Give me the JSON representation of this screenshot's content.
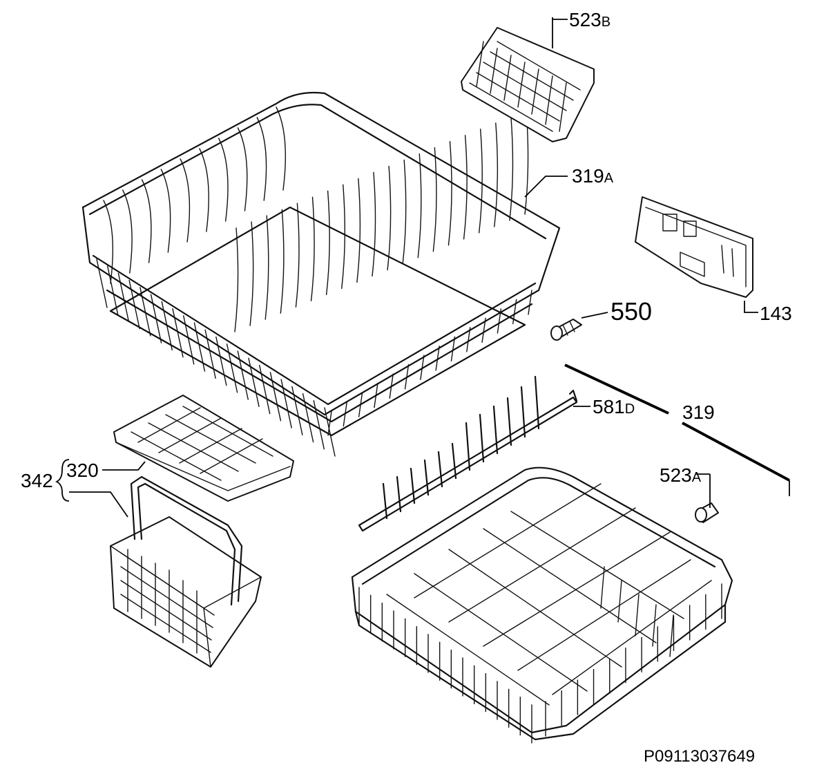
{
  "diagram": {
    "drawing_id": "P09113037649",
    "labels": [
      {
        "id": "523b",
        "number": "523",
        "suffix": "B"
      },
      {
        "id": "319a",
        "number": "319",
        "suffix": "A"
      },
      {
        "id": "143",
        "number": "143",
        "suffix": ""
      },
      {
        "id": "550",
        "number": "550",
        "suffix": ""
      },
      {
        "id": "581d",
        "number": "581",
        "suffix": "D"
      },
      {
        "id": "319",
        "number": "319",
        "suffix": ""
      },
      {
        "id": "523a",
        "number": "523",
        "suffix": "A"
      },
      {
        "id": "320",
        "number": "320",
        "suffix": ""
      },
      {
        "id": "342",
        "number": "342",
        "suffix": ""
      }
    ]
  }
}
